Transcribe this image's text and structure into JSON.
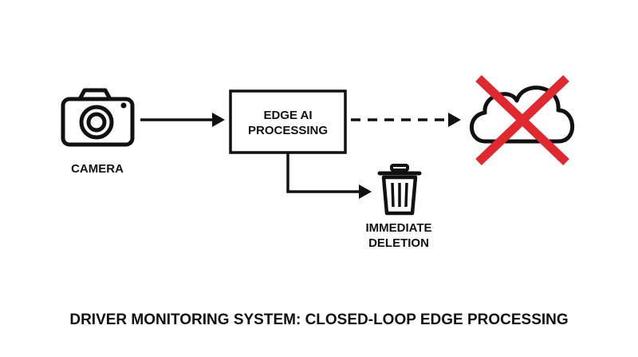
{
  "nodes": {
    "camera": {
      "label": "CAMERA"
    },
    "processor": {
      "label_line1": "EDGE AI",
      "label_line2": "PROCESSING"
    },
    "deletion": {
      "label_line1": "IMMEDIATE",
      "label_line2": "DELETION"
    },
    "cloud": {
      "icon": "cloud-icon",
      "status_icon": "red-x-icon"
    }
  },
  "caption": "DRIVER MONITORING SYSTEM: CLOSED-LOOP EDGE PROCESSING",
  "colors": {
    "ink": "#111111",
    "blocked": "#e0282e",
    "background": "#ffffff"
  }
}
